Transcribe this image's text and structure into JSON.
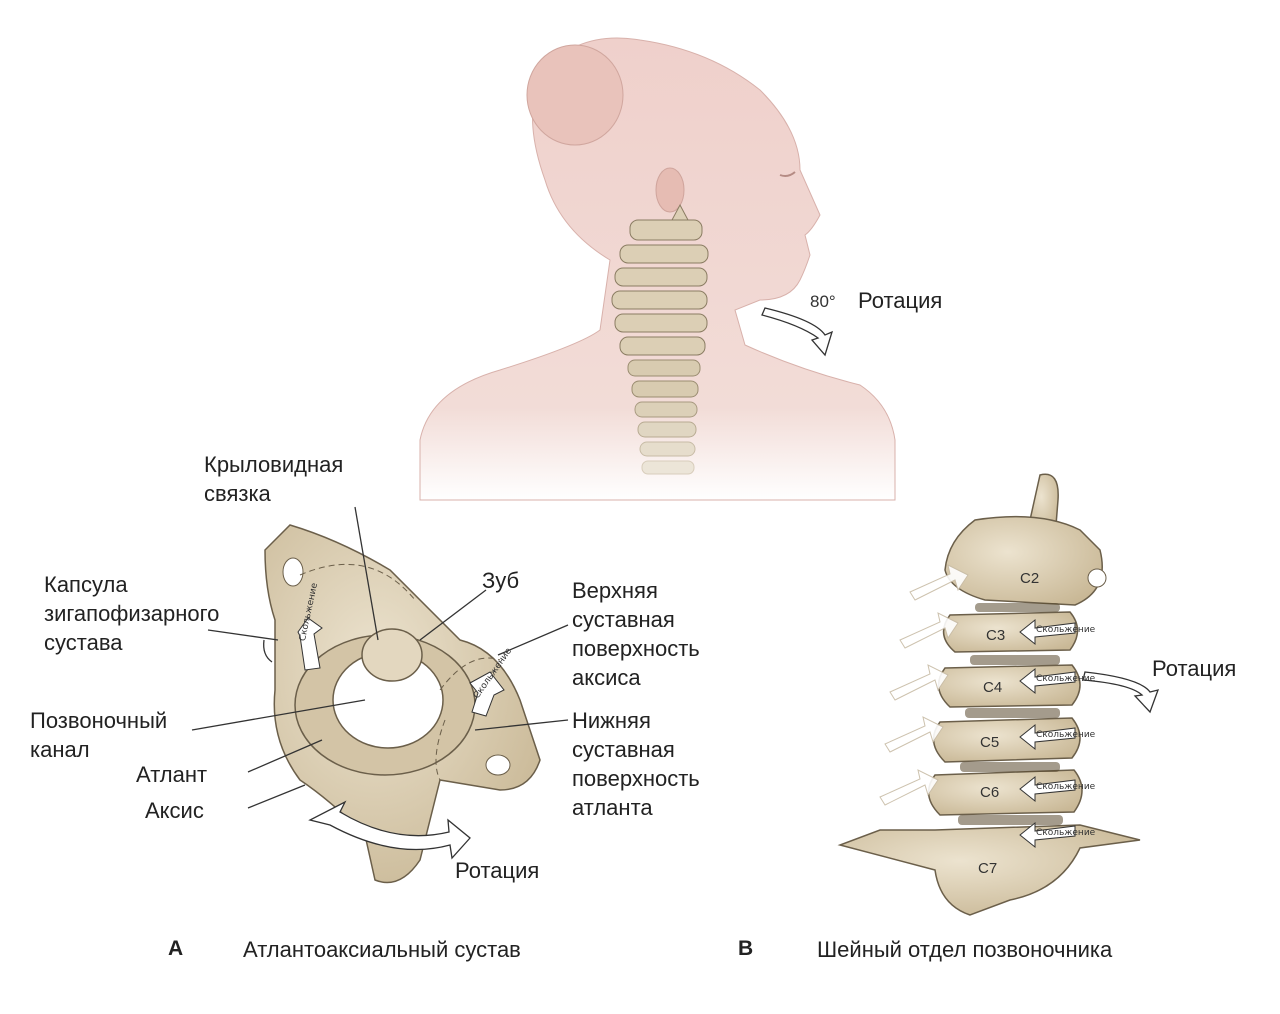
{
  "top": {
    "angle": "80°",
    "rotation": "Ротация"
  },
  "panel_a": {
    "pterygoid": "Крыловидная связка",
    "capsule": "Капсула зигапофизарного сустава",
    "tooth": "Зуб",
    "upper_surface": "Верхняя суставная поверхность аксиса",
    "canal": "Позвоночный канал",
    "lower_surface": "Нижняя суставная поверхность атланта",
    "atlas": "Атлант",
    "axis": "Аксис",
    "rotation": "Ротация",
    "slide": "Скольжение"
  },
  "panel_b": {
    "rotation": "Ротация",
    "slide": "Скольжение",
    "vertebrae": [
      "C2",
      "C3",
      "C4",
      "C5",
      "C6",
      "C7"
    ]
  },
  "captions": {
    "a_letter": "A",
    "a_text": "Атлантоаксиальный сустав",
    "b_letter": "B",
    "b_text": "Шейный отдел позвоночника"
  },
  "colors": {
    "skin": "#efd0cb",
    "bone": "#dccfb5",
    "bone_dark": "#a8987a",
    "line": "#333333"
  }
}
